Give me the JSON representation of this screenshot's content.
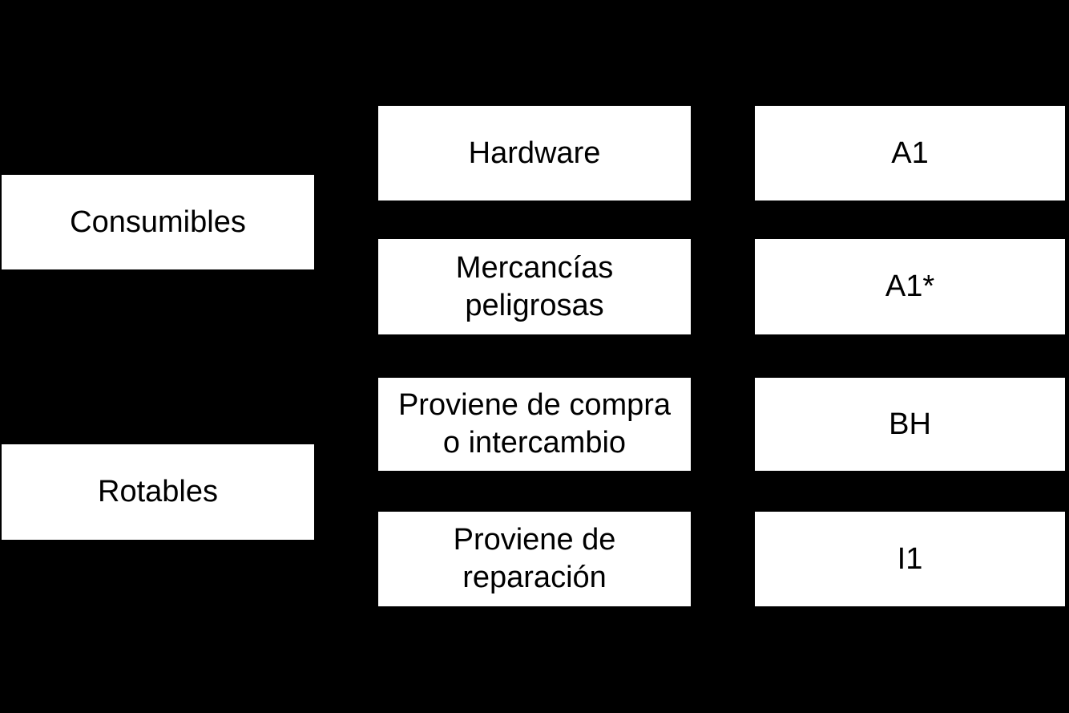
{
  "canvas": {
    "background_color": "#000000",
    "box_fill_color": "#ffffff",
    "box_text_color": "#000000"
  },
  "diagram": {
    "left_column": [
      {
        "label": "Consumibles"
      },
      {
        "label": "Rotables"
      }
    ],
    "middle_column": [
      {
        "label": "Hardware"
      },
      {
        "label": "Mercancías\npeligrosas"
      },
      {
        "label": "Proviene de compra\no intercambio"
      },
      {
        "label": "Proviene de\nreparación"
      }
    ],
    "right_column": [
      {
        "label": "A1"
      },
      {
        "label": "A1*"
      },
      {
        "label": "BH"
      },
      {
        "label": "I1"
      }
    ]
  }
}
